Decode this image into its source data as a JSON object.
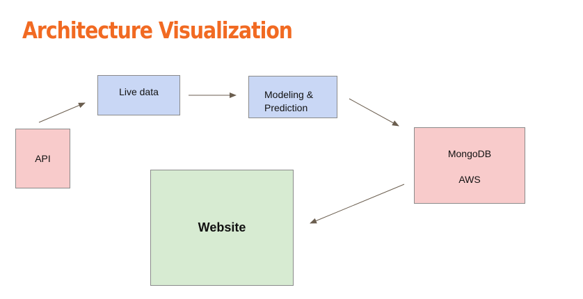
{
  "title": "Architecture Visualization",
  "nodes": {
    "api": {
      "label": "API"
    },
    "live_data": {
      "label": "Live data"
    },
    "modeling": {
      "line1": "Modeling &",
      "line2": "Prediction"
    },
    "mongodb": {
      "line1": "MongoDB",
      "line2": "AWS"
    },
    "website": {
      "label": "Website"
    }
  },
  "colors": {
    "title": "#f16a22",
    "blue_box": "#c9d7f5",
    "red_box": "#f8cbcb",
    "green_box": "#d7ebd2",
    "arrow": "#6b5e4f"
  }
}
